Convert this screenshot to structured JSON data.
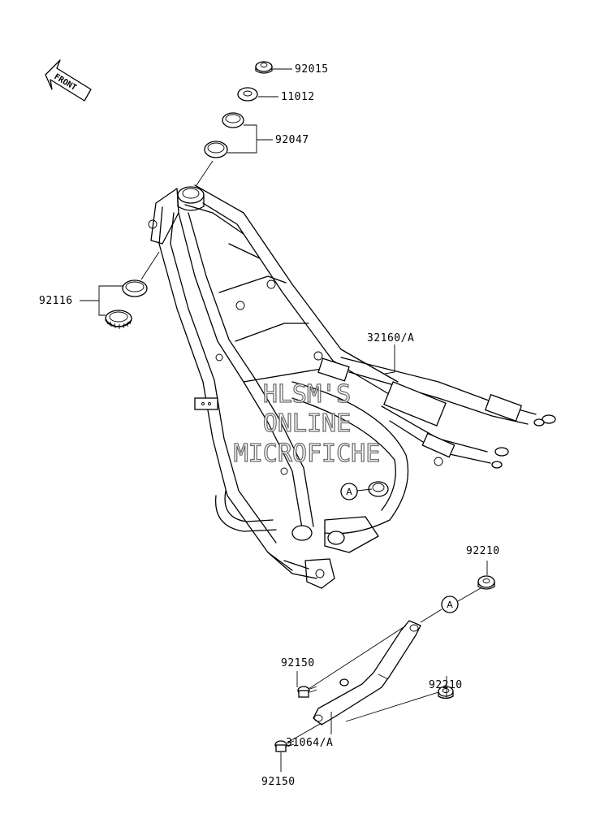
{
  "front_arrow": {
    "label": "FRONT"
  },
  "parts": [
    {
      "id": "p92015",
      "number": "92015"
    },
    {
      "id": "p11012",
      "number": "11012"
    },
    {
      "id": "p92047",
      "number": "92047"
    },
    {
      "id": "p92116",
      "number": "92116"
    },
    {
      "id": "p32160",
      "number": "32160/A"
    },
    {
      "id": "p92210a",
      "number": "92210"
    },
    {
      "id": "p92210b",
      "number": "92210"
    },
    {
      "id": "p92150a",
      "number": "92150"
    },
    {
      "id": "p92150b",
      "number": "92150"
    },
    {
      "id": "p31064",
      "number": "31064/A"
    }
  ],
  "callouts": [
    {
      "letter": "A"
    },
    {
      "letter": "A"
    }
  ],
  "watermark": {
    "line1": "HLSM'S",
    "line2": "ONLINE",
    "line3": "MICROFICHE"
  }
}
